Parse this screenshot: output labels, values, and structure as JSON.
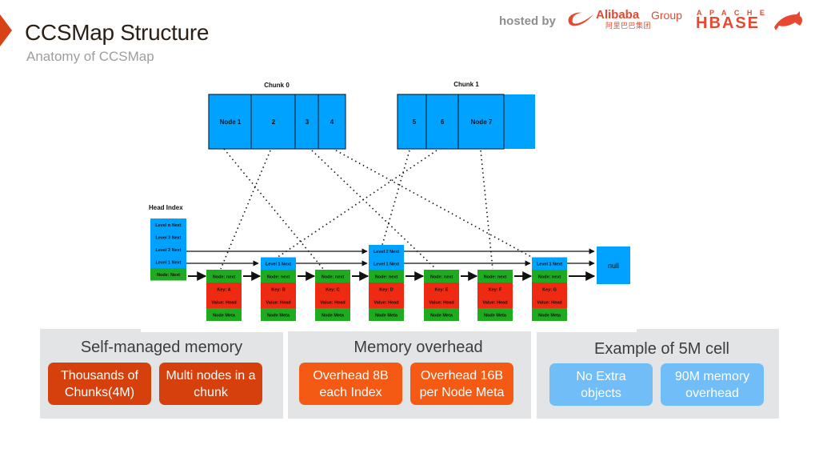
{
  "header": {
    "title": "CCSMap Structure",
    "subtitle": "Anatomy of CCSMap",
    "hosted_by": "hosted by",
    "alibaba_name": "Alibaba",
    "alibaba_group": "Group",
    "alibaba_cn": "阿里巴巴集团",
    "apache": "APACHE",
    "hbase": "HBASE"
  },
  "colors": {
    "accent": "#d84315",
    "chunk_blue": "#00a2ff",
    "node_green": "#1fab1f",
    "node_red": "#ee2a12",
    "card_bg": "#e3e4e6",
    "pill_dark_orange": "#d6400c",
    "pill_orange": "#f55a14",
    "pill_blue": "#70bdf8"
  },
  "diagram": {
    "chunks": [
      {
        "label": "Chunk 0",
        "cells": [
          "Node 1",
          "2",
          "3",
          "4"
        ]
      },
      {
        "label": "Chunk 1",
        "cells": [
          "5",
          "6",
          "Node 7"
        ]
      }
    ],
    "head_index": {
      "label": "Head Index",
      "rows": [
        "Level n Next",
        "Level 3 Next",
        "Level 2 Next",
        "Level 1 Next",
        "Node: Next"
      ]
    },
    "nodes": [
      {
        "key": "Key: A",
        "levels": []
      },
      {
        "key": "Key: B",
        "levels": [
          "Level 1 Next"
        ]
      },
      {
        "key": "Key: C",
        "levels": []
      },
      {
        "key": "Key: D",
        "levels": [
          "Level 2 Next",
          "Level 1 Next"
        ]
      },
      {
        "key": "Key: E",
        "levels": []
      },
      {
        "key": "Key: F",
        "levels": []
      },
      {
        "key": "Key: G",
        "levels": [
          "Level 1 Next"
        ]
      }
    ],
    "node_next": "Node: next",
    "node_value": "Value: Head",
    "node_meta": "Node Meta",
    "null_label": "null"
  },
  "cards": [
    {
      "title": "Self-managed memory",
      "pills": [
        {
          "line1": "Thousands of",
          "line2": "Chunks(4M)"
        },
        {
          "line1": "Multi nodes in a",
          "line2": "chunk"
        }
      ]
    },
    {
      "title": "Memory overhead",
      "pills": [
        {
          "line1": "Overhead 8B",
          "line2": "each Index"
        },
        {
          "line1": "Overhead 16B",
          "line2": "per Node Meta"
        }
      ]
    },
    {
      "title": "Example of 5M cell",
      "pills": [
        {
          "line1": "No Extra",
          "line2": "objects"
        },
        {
          "line1": "90M memory",
          "line2": "overhead"
        }
      ]
    }
  ]
}
